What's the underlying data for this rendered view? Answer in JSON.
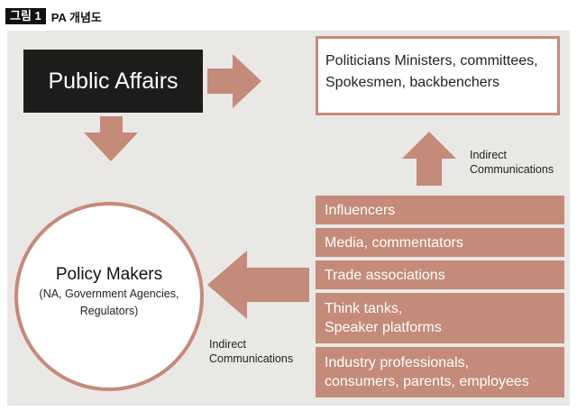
{
  "caption": {
    "tag": "그림 1",
    "text": "PA 개념도"
  },
  "public_affairs": "Public Affairs",
  "politicians": {
    "line1": "Politicians Ministers, committees,",
    "line2": "Spokesmen, backbenchers"
  },
  "policy_makers": {
    "title": "Policy Makers",
    "line1": "(NA, Government Agencies,",
    "line2": "Regulators)"
  },
  "influencers": [
    {
      "line1": "Influencers",
      "line2": ""
    },
    {
      "line1": "Media, commentators",
      "line2": ""
    },
    {
      "line1": "Trade associations",
      "line2": ""
    },
    {
      "line1": "Think tanks,",
      "line2": "Speaker platforms"
    },
    {
      "line1": "Industry professionals,",
      "line2": "consumers, parents, employees"
    }
  ],
  "indirect_upper": {
    "line1": "Indirect",
    "line2": "Communications"
  },
  "indirect_lower": {
    "line1": "Indirect",
    "line2": "Communications"
  },
  "colors": {
    "accent": "#c48a7a",
    "dark_box": "#1d1c1b",
    "panel": "#e9e8e5"
  }
}
